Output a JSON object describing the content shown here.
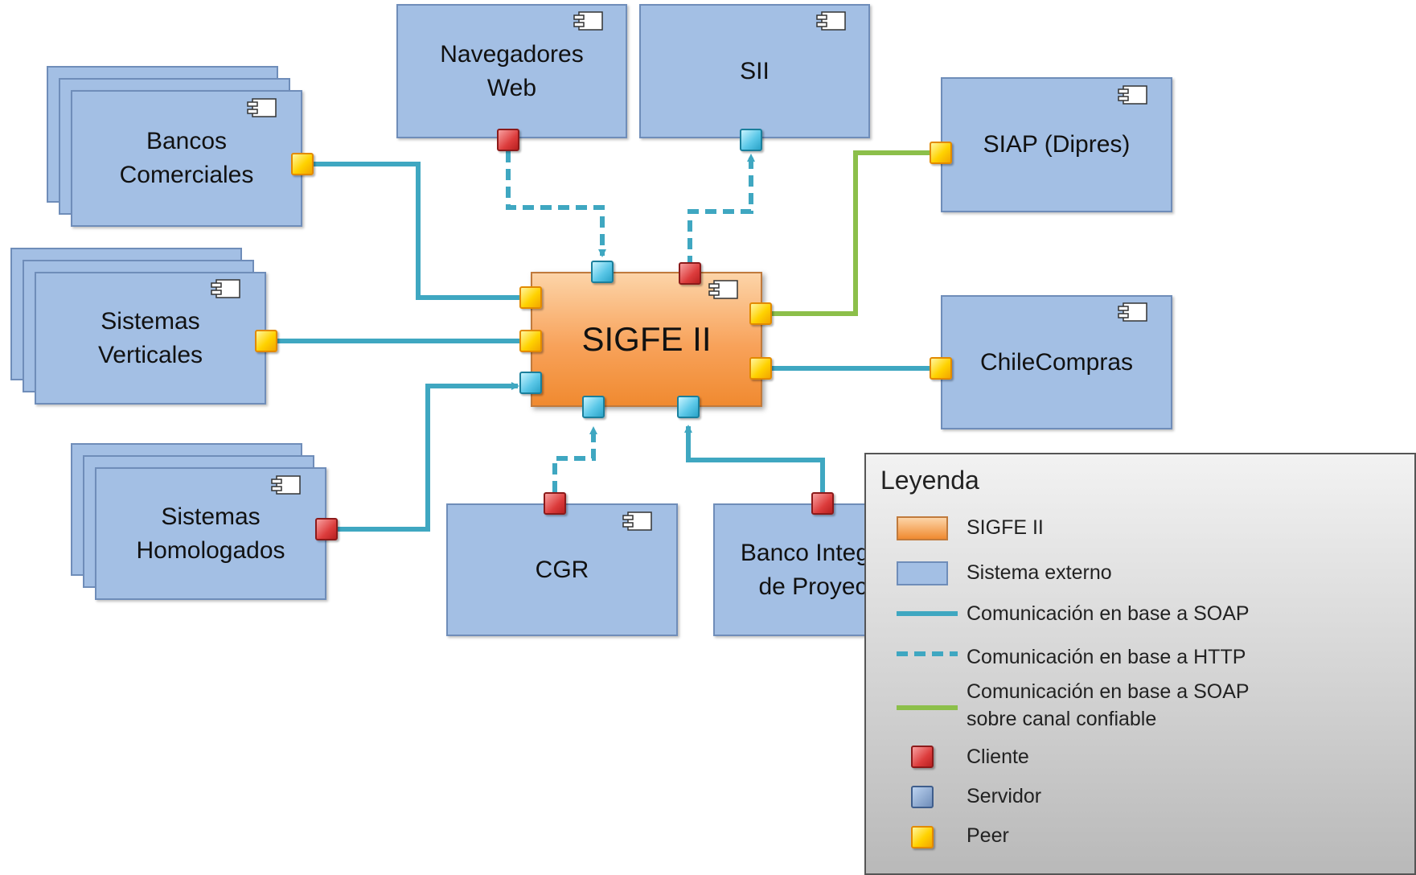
{
  "core": {
    "label": "SIGFE II"
  },
  "systems": {
    "navegadores": {
      "label_line1": "Navegadores",
      "label_line2": "Web"
    },
    "sii": {
      "label": "SII"
    },
    "siap": {
      "label": "SIAP (Dipres)"
    },
    "chilecompras": {
      "label": "ChileCompras"
    },
    "bancos": {
      "label_line1": "Bancos",
      "label_line2": "Comerciales"
    },
    "verticales": {
      "label_line1": "Sistemas",
      "label_line2": "Verticales"
    },
    "homologados": {
      "label_line1": "Sistemas",
      "label_line2": "Homologados"
    },
    "cgr": {
      "label": "CGR"
    },
    "bip": {
      "label_line1": "Banco Integrado",
      "label_line2": "de Proyectos"
    }
  },
  "colors": {
    "soap": "#3fa7c1",
    "http": "#3fa7c1",
    "soap_reliable": "#8cbf4a",
    "external_system": "#a3bfe4",
    "core": "#f8a25a"
  },
  "legend": {
    "title": "Leyenda",
    "items": [
      {
        "key": "core",
        "text": "SIGFE II"
      },
      {
        "key": "external",
        "text": "Sistema externo"
      },
      {
        "key": "soap",
        "text": "Comunicación en base a SOAP"
      },
      {
        "key": "http",
        "text": "Comunicación en base a HTTP"
      },
      {
        "key": "soap_reliable",
        "text_line1": "Comunicación en base a SOAP",
        "text_line2": "sobre canal confiable"
      },
      {
        "key": "client",
        "text": "Cliente"
      },
      {
        "key": "server",
        "text": "Servidor"
      },
      {
        "key": "peer",
        "text": "Peer"
      }
    ]
  }
}
